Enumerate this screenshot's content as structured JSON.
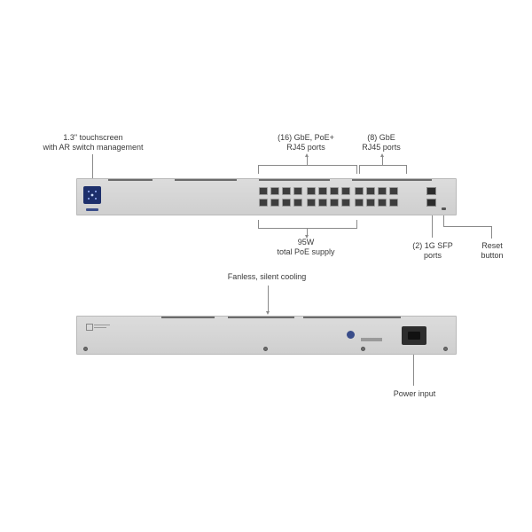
{
  "labels": {
    "touchscreen": [
      "1.3\" touchscreen",
      "with AR switch management"
    ],
    "poe_ports": [
      "(16) GbE, PoE+",
      "RJ45 ports"
    ],
    "gbe_ports": [
      "(8) GbE",
      "RJ45 ports"
    ],
    "poe_supply": [
      "95W",
      "total PoE supply"
    ],
    "sfp_ports": [
      "(2) 1G SFP",
      "ports"
    ],
    "reset": [
      "Reset",
      "button"
    ],
    "cooling": [
      "Fanless, silent cooling"
    ],
    "power": [
      "Power input"
    ]
  },
  "colors": {
    "chassis": "#d6d6d6",
    "port": "#3e3e3e",
    "screen": "#1d2f6b",
    "line": "#8a8a8a"
  },
  "icons": {
    "screen": "touchscreen-display-icon",
    "logo": "ubiquiti-logo-icon",
    "power": "iec-power-socket-icon"
  }
}
